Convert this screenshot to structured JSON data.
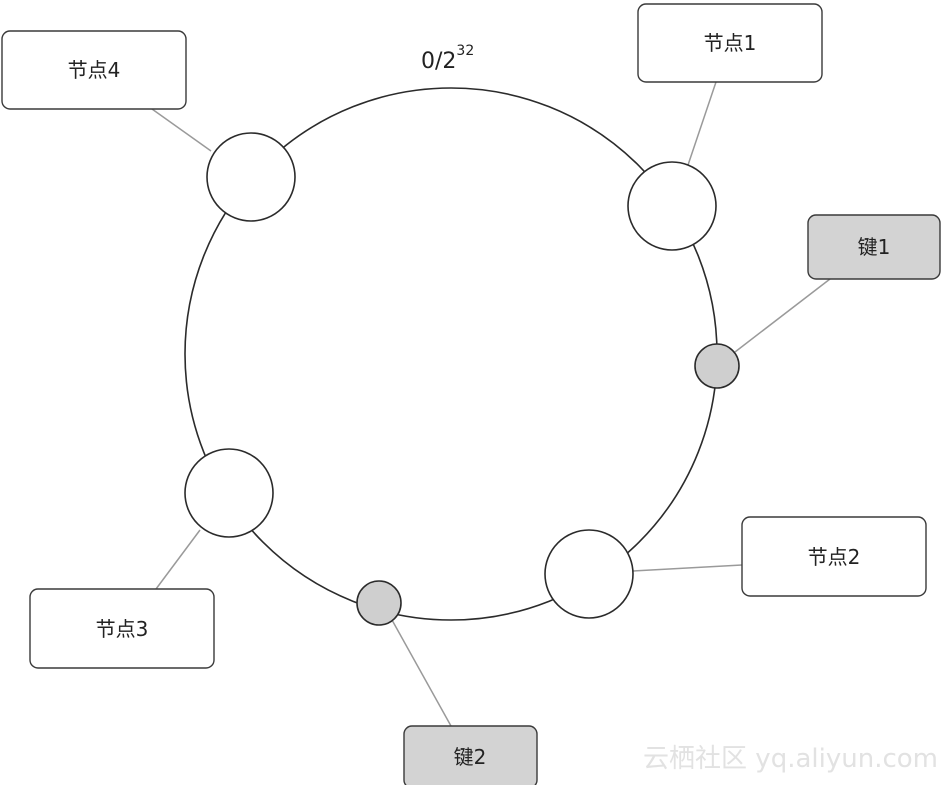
{
  "ring_label": {
    "text": "0/2",
    "exponent": "32"
  },
  "nodes": [
    {
      "label": "节点1"
    },
    {
      "label": "节点2"
    },
    {
      "label": "节点3"
    },
    {
      "label": "节点4"
    }
  ],
  "keys": [
    {
      "label": "键1"
    },
    {
      "label": "键2"
    }
  ],
  "watermark": "云栖社区 yq.aliyun.com",
  "colors": {
    "node_fill": "#ffffff",
    "key_fill": "#d3d3d3",
    "stroke": "#2b2b2b",
    "connector": "#9a9a9a"
  }
}
